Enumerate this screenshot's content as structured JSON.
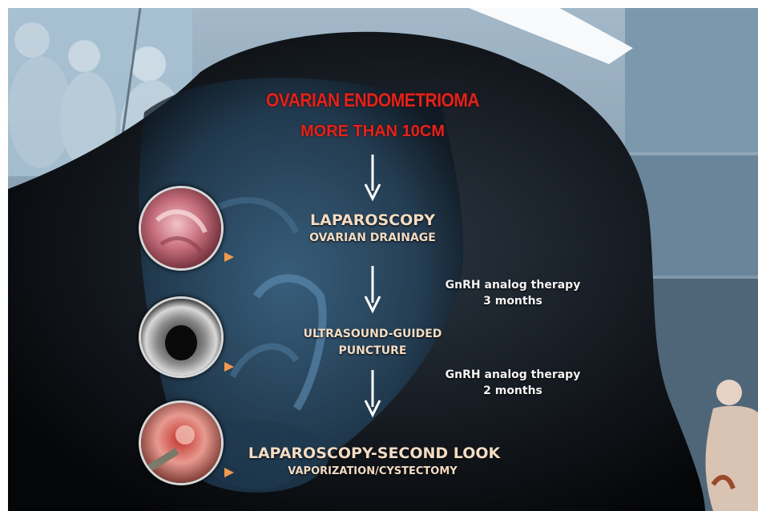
{
  "diagram": {
    "title_line1": "OVARIAN ENDOMETRIOMA",
    "title_line2": "MORE THAN 10CM",
    "step1": {
      "title": "LAPAROSCOPY",
      "subtitle": "OVARIAN DRAINAGE"
    },
    "therapy1": {
      "line1": "GnRH analog therapy",
      "line2": "3 months"
    },
    "step2": {
      "title_line1": "ULTRASOUND-GUIDED",
      "title_line2": "PUNCTURE"
    },
    "therapy2": {
      "line1": "GnRH analog therapy",
      "line2": "2 months"
    },
    "step3": {
      "title": "LAPAROSCOPY-SECOND LOOK",
      "subtitle": "VAPORIZATION/CYSTECTOMY"
    }
  },
  "colors": {
    "title_red": "#e0241c",
    "step_peach": "#f3dcc4",
    "note_white": "#f4f4f4",
    "marker_orange": "#f09a50"
  }
}
